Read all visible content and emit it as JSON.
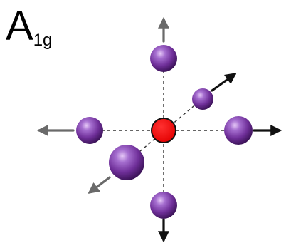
{
  "diagram": {
    "label": {
      "main": "A",
      "subscript": "1g"
    },
    "colors": {
      "center_atom": "#ee0000",
      "ligand_atom": "#7b3aa6",
      "bond": "#333333",
      "arrow_dark": "#111111",
      "arrow_gray": "#6a6a6a"
    },
    "center_atom": {
      "name": "center-atom",
      "color_key": "center_atom"
    },
    "ligands": [
      {
        "name": "ligand-top"
      },
      {
        "name": "ligand-back-right"
      },
      {
        "name": "ligand-left"
      },
      {
        "name": "ligand-right"
      },
      {
        "name": "ligand-front-left"
      },
      {
        "name": "ligand-bottom"
      }
    ],
    "displacement_arrows": [
      {
        "name": "arrow-up",
        "shade": "gray"
      },
      {
        "name": "arrow-back-right",
        "shade": "dark"
      },
      {
        "name": "arrow-left",
        "shade": "gray"
      },
      {
        "name": "arrow-right",
        "shade": "dark"
      },
      {
        "name": "arrow-front-left",
        "shade": "gray"
      },
      {
        "name": "arrow-down",
        "shade": "dark"
      }
    ]
  }
}
